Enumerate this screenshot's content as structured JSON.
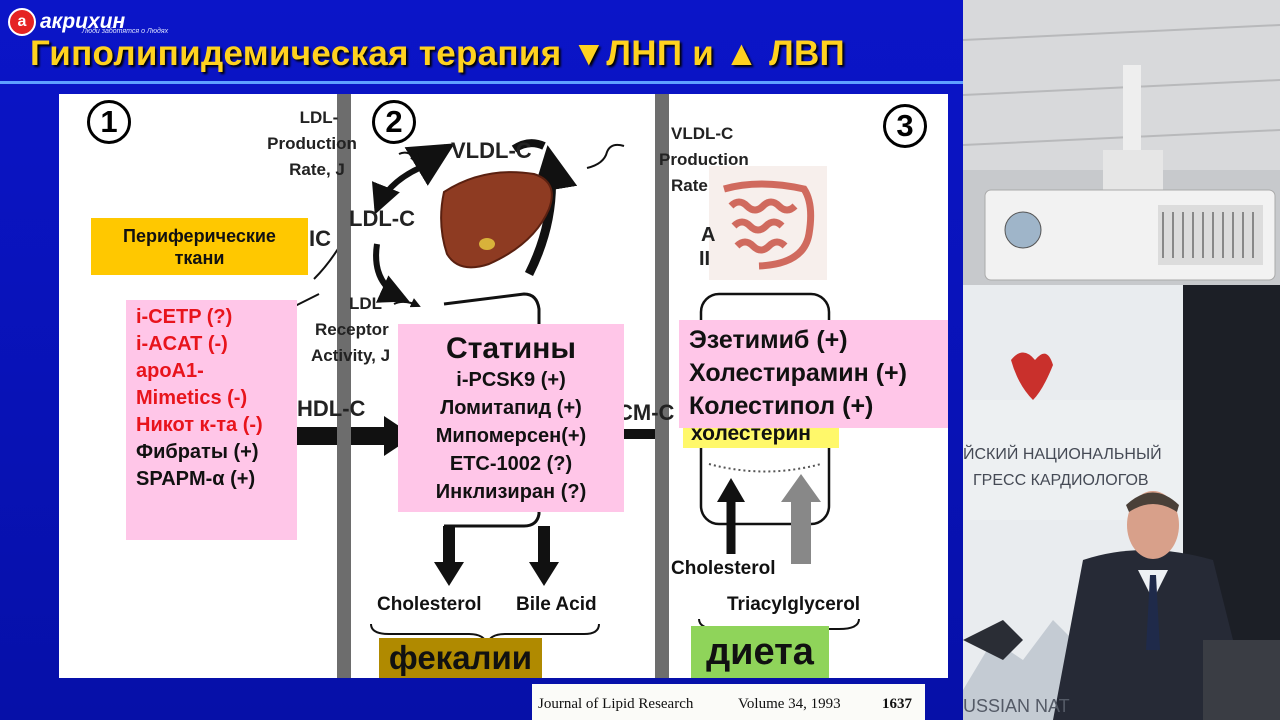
{
  "brand": {
    "name": "акрихин",
    "tagline": "Люди заботятся о Людях"
  },
  "slide": {
    "title": "Гиполипидемическая терапия ▼ЛНП и ▲ ЛВП"
  },
  "diagram": {
    "numbers": [
      "1",
      "2",
      "3"
    ],
    "labels": {
      "ldl_prod_1": "LDL-",
      "ldl_prod_2": "Production",
      "ldl_prod_3": "Rate, J",
      "vldl": "VLDL-C",
      "ldl_c": "LDL-C",
      "vldl_prod_1": "VLDL-C",
      "vldl_prod_2": "Production",
      "vldl_prod_3": "Rate",
      "ldl_rec_1": "LDL",
      "ldl_rec_2": "Receptor",
      "ldl_rec_3": "Activity, J",
      "hdl": "HDL-C",
      "cm": "CM-C",
      "ic": "IC",
      "a_frag": "A",
      "ii_frag": "II",
      "cholesterol_out": "Cholesterol",
      "bile_acid": "Bile Acid",
      "cholesterol_in": "Cholesterol",
      "triacylglycerol": "Triacylglycerol"
    },
    "peripheral_box": [
      "Периферические",
      "ткани"
    ],
    "left_drugs": [
      {
        "text": "i-CETP (?)",
        "color": "red"
      },
      {
        "text": "i-ACAT (-)",
        "color": "red"
      },
      {
        "text": "apoA1-",
        "color": "red"
      },
      {
        "text": "Mimetics (-)",
        "color": "red"
      },
      {
        "text": "Никот к-та (-)",
        "color": "red"
      },
      {
        "text": "Фибраты (+)",
        "color": "black"
      },
      {
        "text": "SPAPM-α (+)",
        "color": "black"
      }
    ],
    "statins_title": "Статины",
    "middle_drugs": [
      "i-PCSK9 (+)",
      "Ломитапид (+)",
      "Мипомерсен(+)",
      "ETC-1002 (?)",
      "Инклизиран (?)"
    ],
    "right_drugs": [
      "Эзетимиб (+)",
      "Холестирамин (+)",
      "Колестипол (+)"
    ],
    "cholesterol_highlight": "холестерин",
    "feces": "фекалии",
    "diet": "диета",
    "accent_colors": {
      "title": "#ffd21f",
      "pink": "#ffc6e8",
      "red": "#e8141c",
      "yellow": "#ffc800",
      "green": "#8fd45a",
      "olive": "#b08a00"
    }
  },
  "citation": {
    "journal": "Journal of Lipid Research",
    "volume": "Volume 34, 1993",
    "page": "1637"
  },
  "photo": {
    "banner_lines": [
      "ЙСКИЙ НАЦИОНАЛЬНЫЙ",
      "ГРЕСС КАРДИОЛОГОВ"
    ],
    "bottom_text": "USSIAN NAT"
  }
}
